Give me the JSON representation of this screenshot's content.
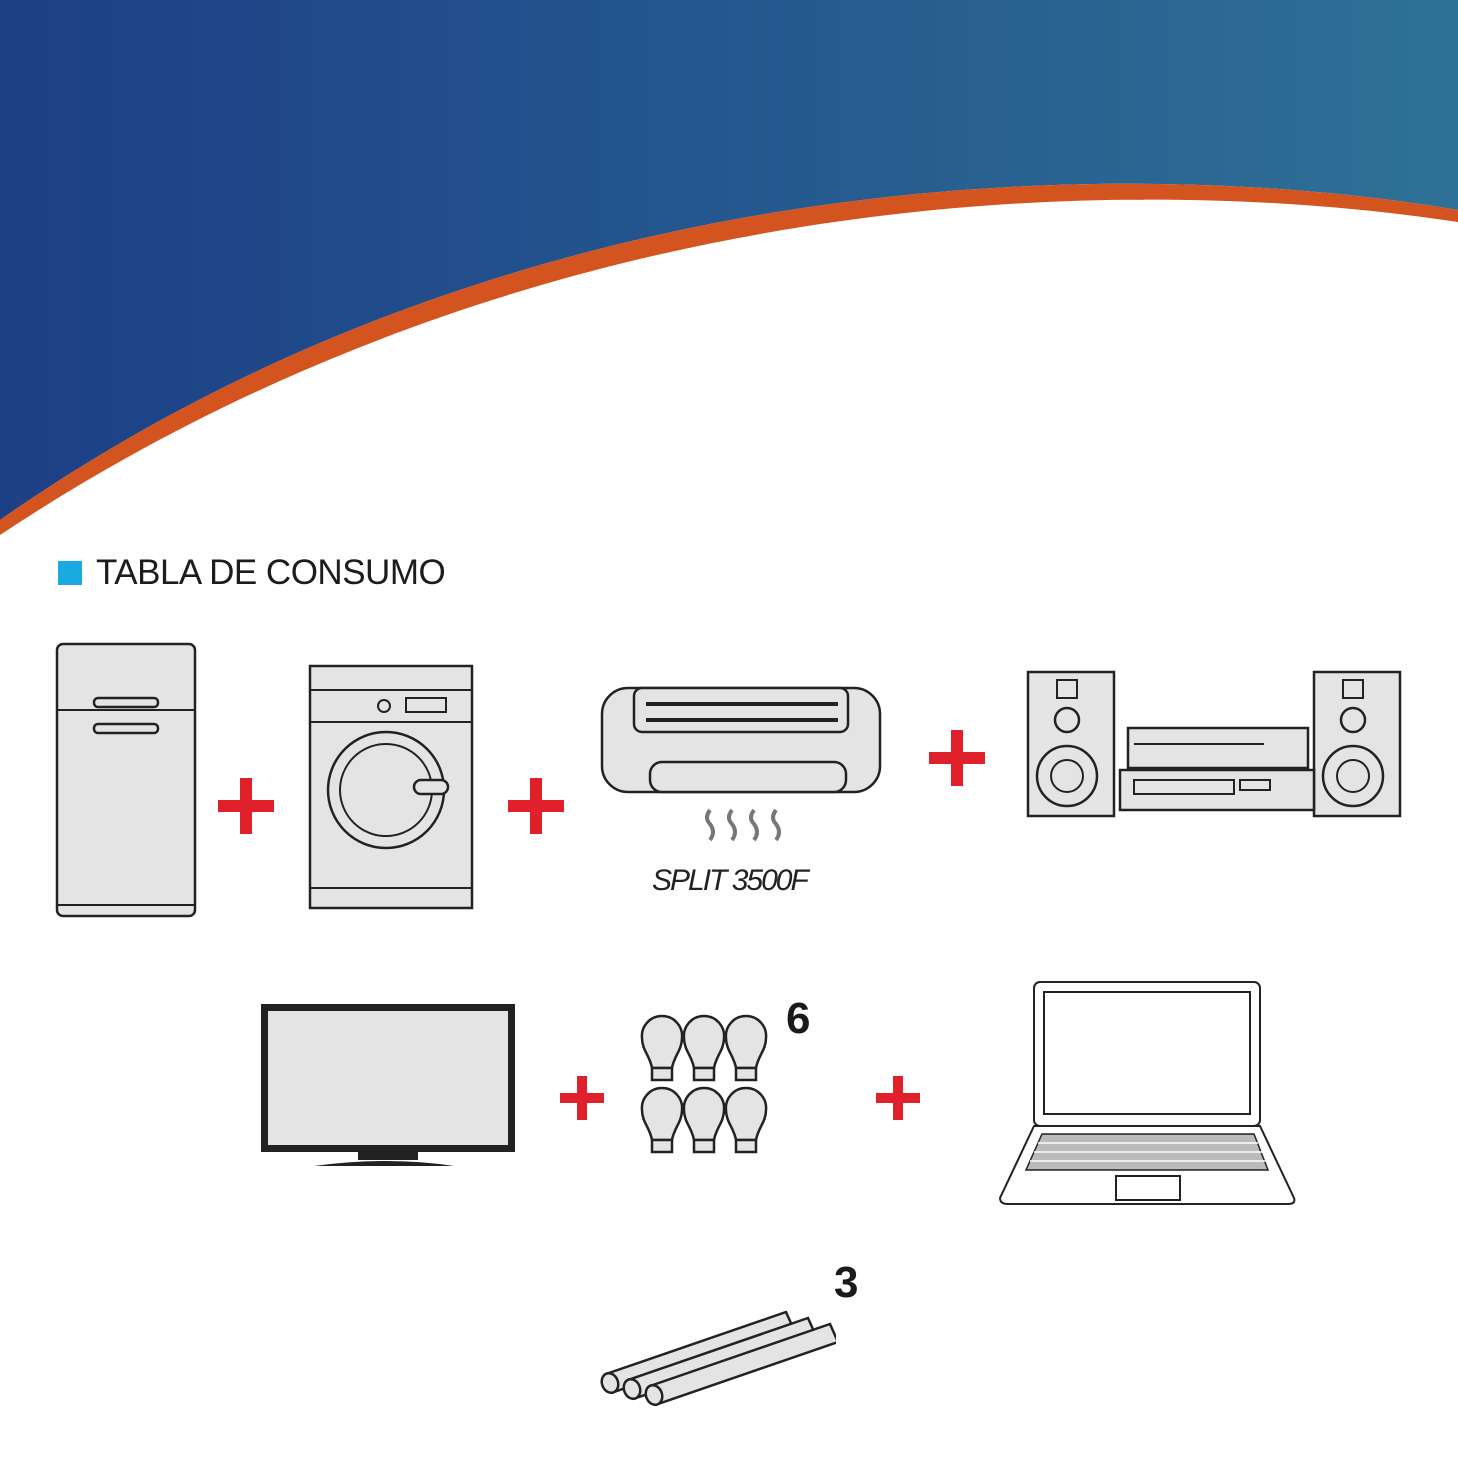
{
  "header": {
    "title": "TABLA DE CONSUMO"
  },
  "colors": {
    "blue_dark": "#1d3f86",
    "blue_light": "#2f7196",
    "orange": "#d4541f",
    "accent_square": "#1aa9e1",
    "plus": "#e0202a"
  },
  "appliances": [
    {
      "name": "refrigerator-icon"
    },
    {
      "name": "washing-machine-icon"
    },
    {
      "name": "air-conditioner-icon",
      "label": "SPLIT 3500F"
    },
    {
      "name": "stereo-system-icon"
    },
    {
      "name": "television-icon"
    },
    {
      "name": "light-bulbs-icon",
      "count": "6"
    },
    {
      "name": "laptop-icon"
    },
    {
      "name": "fluorescent-tubes-icon",
      "count": "3"
    }
  ]
}
